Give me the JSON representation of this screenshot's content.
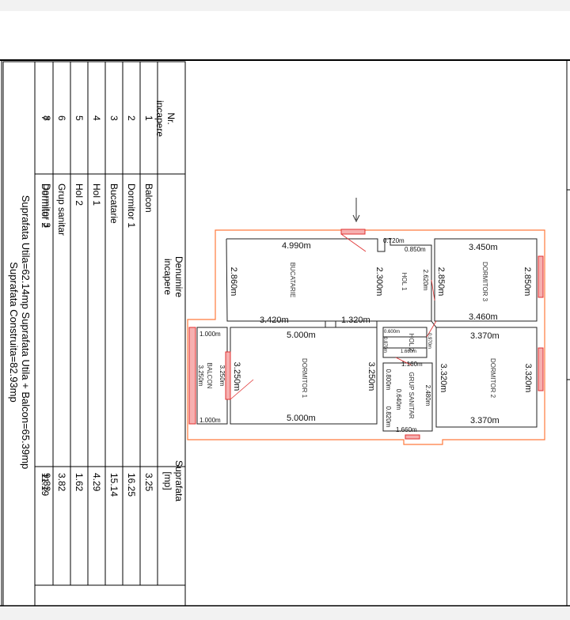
{
  "table": {
    "headers": {
      "nr": [
        "Nr.",
        "incapere"
      ],
      "name": [
        "Denumire",
        "incapere"
      ],
      "area": [
        "Suprafata",
        "[mp]"
      ]
    },
    "rows": [
      {
        "nr": "1",
        "name": "Balcon",
        "area": "3.25"
      },
      {
        "nr": "2",
        "name": "Dormitor 1",
        "area": "16.25"
      },
      {
        "nr": "3",
        "name": "Bucatarie",
        "area": "15.14"
      },
      {
        "nr": "4",
        "name": "Hol 1",
        "area": "4.29"
      },
      {
        "nr": "5",
        "name": "Hol 2",
        "area": "1.62"
      },
      {
        "nr": "6",
        "name": "Grup sanitar",
        "area": "3.82"
      },
      {
        "nr": "7",
        "name": "Dormitor 2",
        "area": "11.19"
      },
      {
        "nr": "8",
        "name": "Dormitor 3",
        "area": "9.83"
      }
    ],
    "summary_line1": "Suprafata Utila=62.14mp   Suprafata Utila + Balcon=65.39mp",
    "summary_line2": "Suprafata Construita=82.93mp"
  },
  "plan": {
    "rooms": {
      "bucatarie": "BUCATARIE",
      "hol1": "HOL 1",
      "dormitor3": "DORMITOR 3",
      "dormitor1": "DORMITOR 1",
      "hol2": "HOL 2",
      "grup_sanitar": "GRUP SANITAR",
      "dormitor2": "DORMITOR 2",
      "balcon": "BALCON"
    },
    "dims": {
      "buc_top": "4.990m",
      "buc_left": "2.860m",
      "buc_bottom": "3.420m",
      "hol1_top": "0.720m",
      "hol1_top2": "0.850m",
      "hol1_depth": "2.300m",
      "hol1_side": "2.620m",
      "corr_1320": "1.320m",
      "d3_top": "3.450m",
      "d3_left": "2.850m",
      "d3_right": "2.850m",
      "d3_bottom": "3.460m",
      "d1_top": "5.000m",
      "d1_bottom": "5.000m",
      "d1_left": "3.250m",
      "d1_right": "3.250m",
      "balc_top": "1.000m",
      "balc_bottom": "1.000m",
      "balc_inner": "3.250m",
      "balc_side": "3.250m",
      "hol2_a": "0.600m",
      "hol2_b": "0.870m",
      "hol2_c": "0.970m",
      "hol2_d": "1.660m",
      "gs_top": "1.160m",
      "gs_left": "0.800m",
      "gs_mid": "0.640m",
      "gs_low": "0.820m",
      "gs_right": "2.480m",
      "gs_bottom": "1.660m",
      "d2_top": "3.370m",
      "d2_left": "3.320m",
      "d2_right": "3.320m",
      "d2_bottom": "3.370m"
    }
  }
}
